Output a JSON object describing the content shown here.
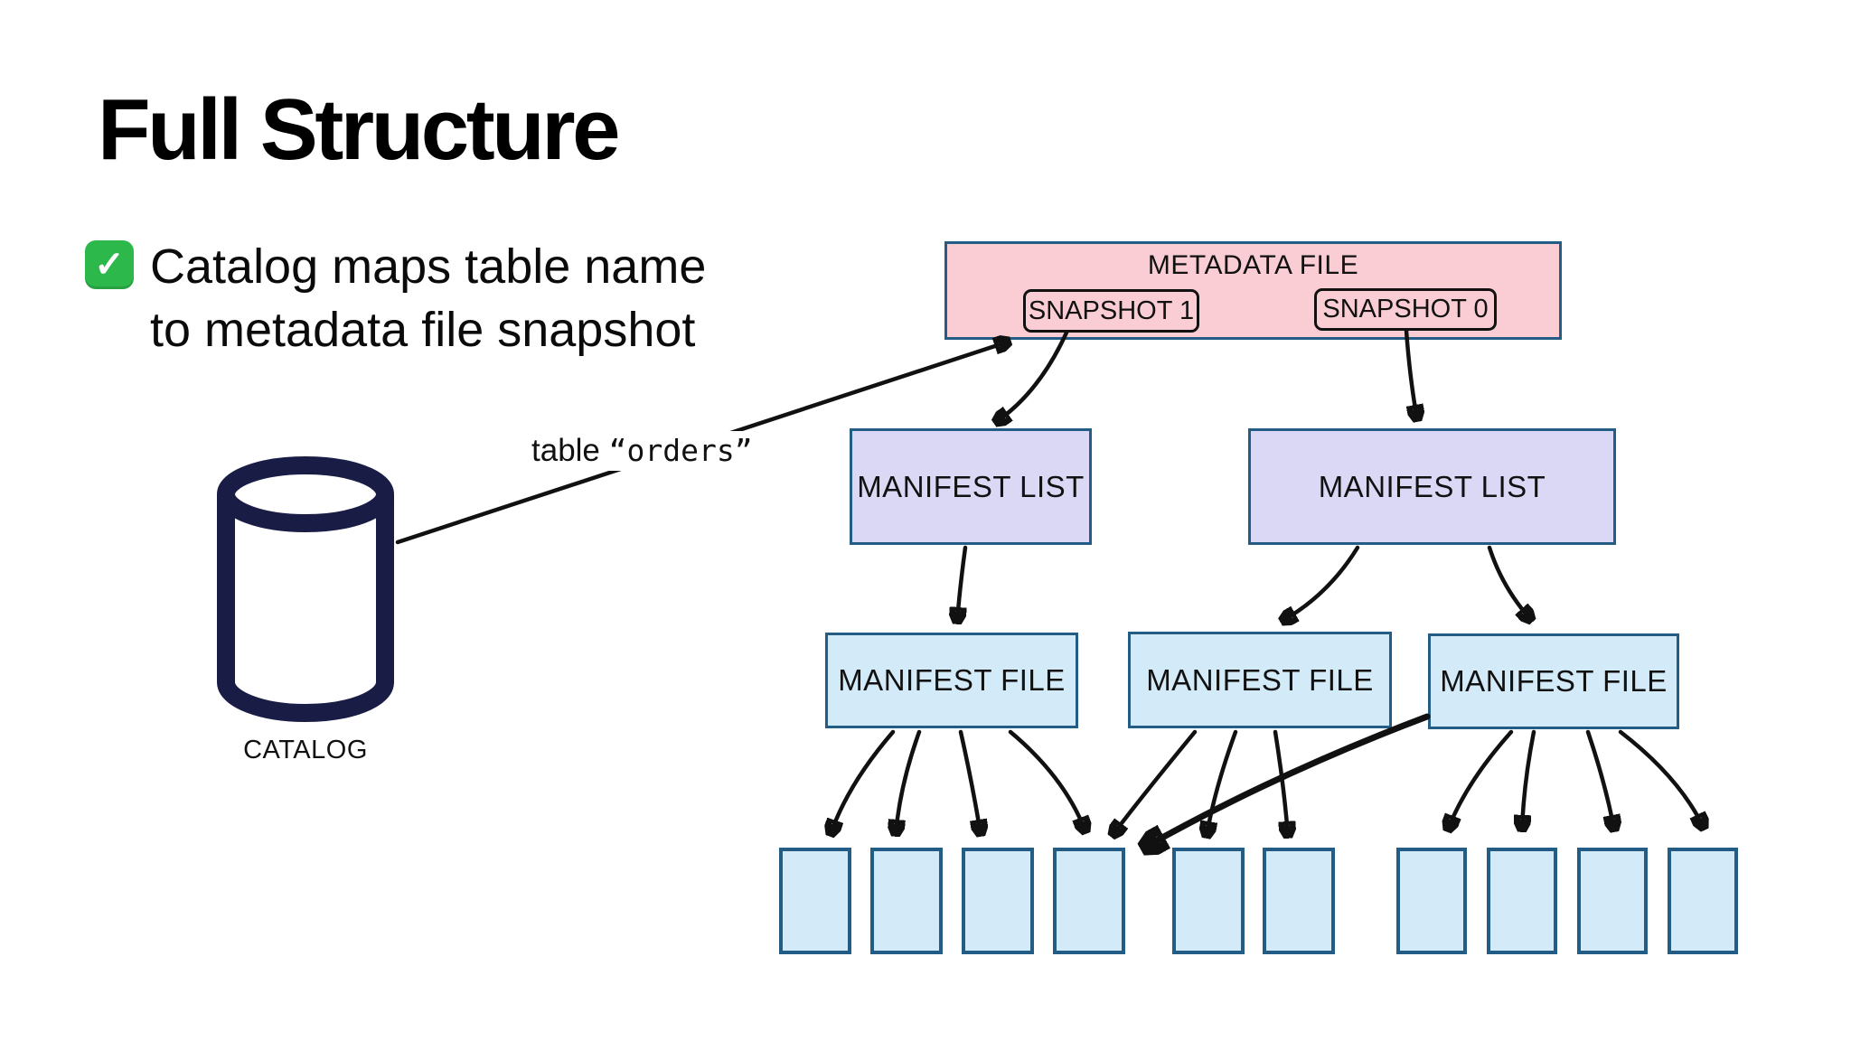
{
  "title": {
    "text": "Full Structure"
  },
  "bullet": {
    "check_glyph": "✓",
    "line1": "Catalog maps table name",
    "line2": "to metadata file snapshot"
  },
  "catalog": {
    "label": "CATALOG"
  },
  "edge_label": {
    "prefix": "table ",
    "table_name": "“orders”"
  },
  "metadata_file": {
    "label": "METADATA FILE",
    "snapshots": [
      {
        "label": "SNAPSHOT 1"
      },
      {
        "label": "SNAPSHOT 0"
      }
    ]
  },
  "manifest_lists": [
    {
      "label": "MANIFEST LIST"
    },
    {
      "label": "MANIFEST LIST"
    }
  ],
  "manifest_files": [
    {
      "label": "MANIFEST FILE"
    },
    {
      "label": "MANIFEST FILE"
    },
    {
      "label": "MANIFEST FILE"
    }
  ],
  "data_file_groups": [
    4,
    2,
    4
  ],
  "colors": {
    "metadata_fill": "#F9CDD3",
    "manifest_list_fill": "#DBD8F6",
    "manifest_file_fill": "#D3EAF8",
    "box_border": "#235C84",
    "snapshot_border": "#111111",
    "arrow": "#111111",
    "catalog_stroke": "#191C45",
    "check_green": "#2DB84C"
  }
}
